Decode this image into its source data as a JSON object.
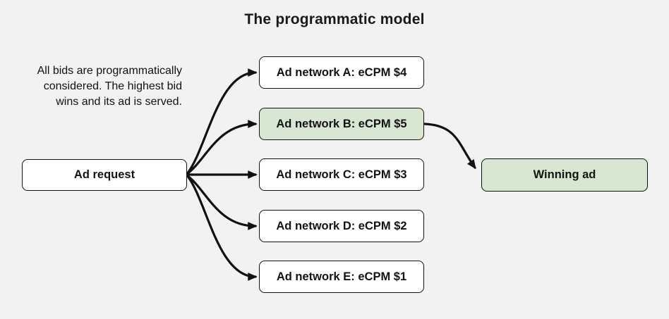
{
  "title": "The programmatic model",
  "caption": {
    "lines": [
      "All bids are programmatically",
      "considered. The highest bid",
      "wins and its ad is served."
    ]
  },
  "nodes": {
    "ad_request": {
      "label": "Ad request",
      "highlighted": false
    },
    "networks": [
      {
        "id": "network-a",
        "label": "Ad network A: eCPM $4",
        "ecpm": 4,
        "highlighted": false
      },
      {
        "id": "network-b",
        "label": "Ad network B: eCPM $5",
        "ecpm": 5,
        "highlighted": true
      },
      {
        "id": "network-c",
        "label": "Ad network C: eCPM $3",
        "ecpm": 3,
        "highlighted": false
      },
      {
        "id": "network-d",
        "label": "Ad network D: eCPM $2",
        "ecpm": 2,
        "highlighted": false
      },
      {
        "id": "network-e",
        "label": "Ad network E: eCPM $1",
        "ecpm": 1,
        "highlighted": false
      }
    ],
    "winning_ad": {
      "label": "Winning ad",
      "highlighted": true
    }
  },
  "edges": [
    {
      "from": "ad_request",
      "to": "network-a"
    },
    {
      "from": "ad_request",
      "to": "network-b"
    },
    {
      "from": "ad_request",
      "to": "network-c"
    },
    {
      "from": "ad_request",
      "to": "network-d"
    },
    {
      "from": "ad_request",
      "to": "network-e"
    },
    {
      "from": "network-b",
      "to": "winning_ad"
    }
  ],
  "colors": {
    "background": "#f2f2f2",
    "box_fill": "#ffffff",
    "highlight_fill": "#d8e7d1",
    "box_border": "#111111",
    "arrow": "#111111",
    "text": "#131313"
  }
}
